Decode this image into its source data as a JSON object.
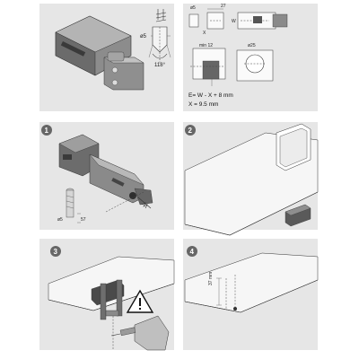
{
  "panel_top_left": {
    "hole_diameter": "ø5",
    "drill_angle": "118°"
  },
  "panel_top_right": {
    "hole_diameter_small": "ø5",
    "length_27": "27",
    "depth_label": "X",
    "height_label": "W",
    "min_12": "min 12",
    "cup_diameter": "ø25",
    "formula_1": "E= W - X + 8 mm",
    "formula_2": "X = 9.5 mm"
  },
  "steps": [
    {
      "number": "1",
      "dowel_diameter": "ø5",
      "dowel_length": "57"
    },
    {
      "number": "2"
    },
    {
      "number": "3"
    },
    {
      "number": "4",
      "depth_label": "37 mm"
    }
  ],
  "colors": {
    "panel_background": "#e6e6e6",
    "step_badge": "#666666",
    "component_dark": "#555555",
    "component_mid": "#8a8a8a",
    "warning_fill": "#ffffff"
  }
}
